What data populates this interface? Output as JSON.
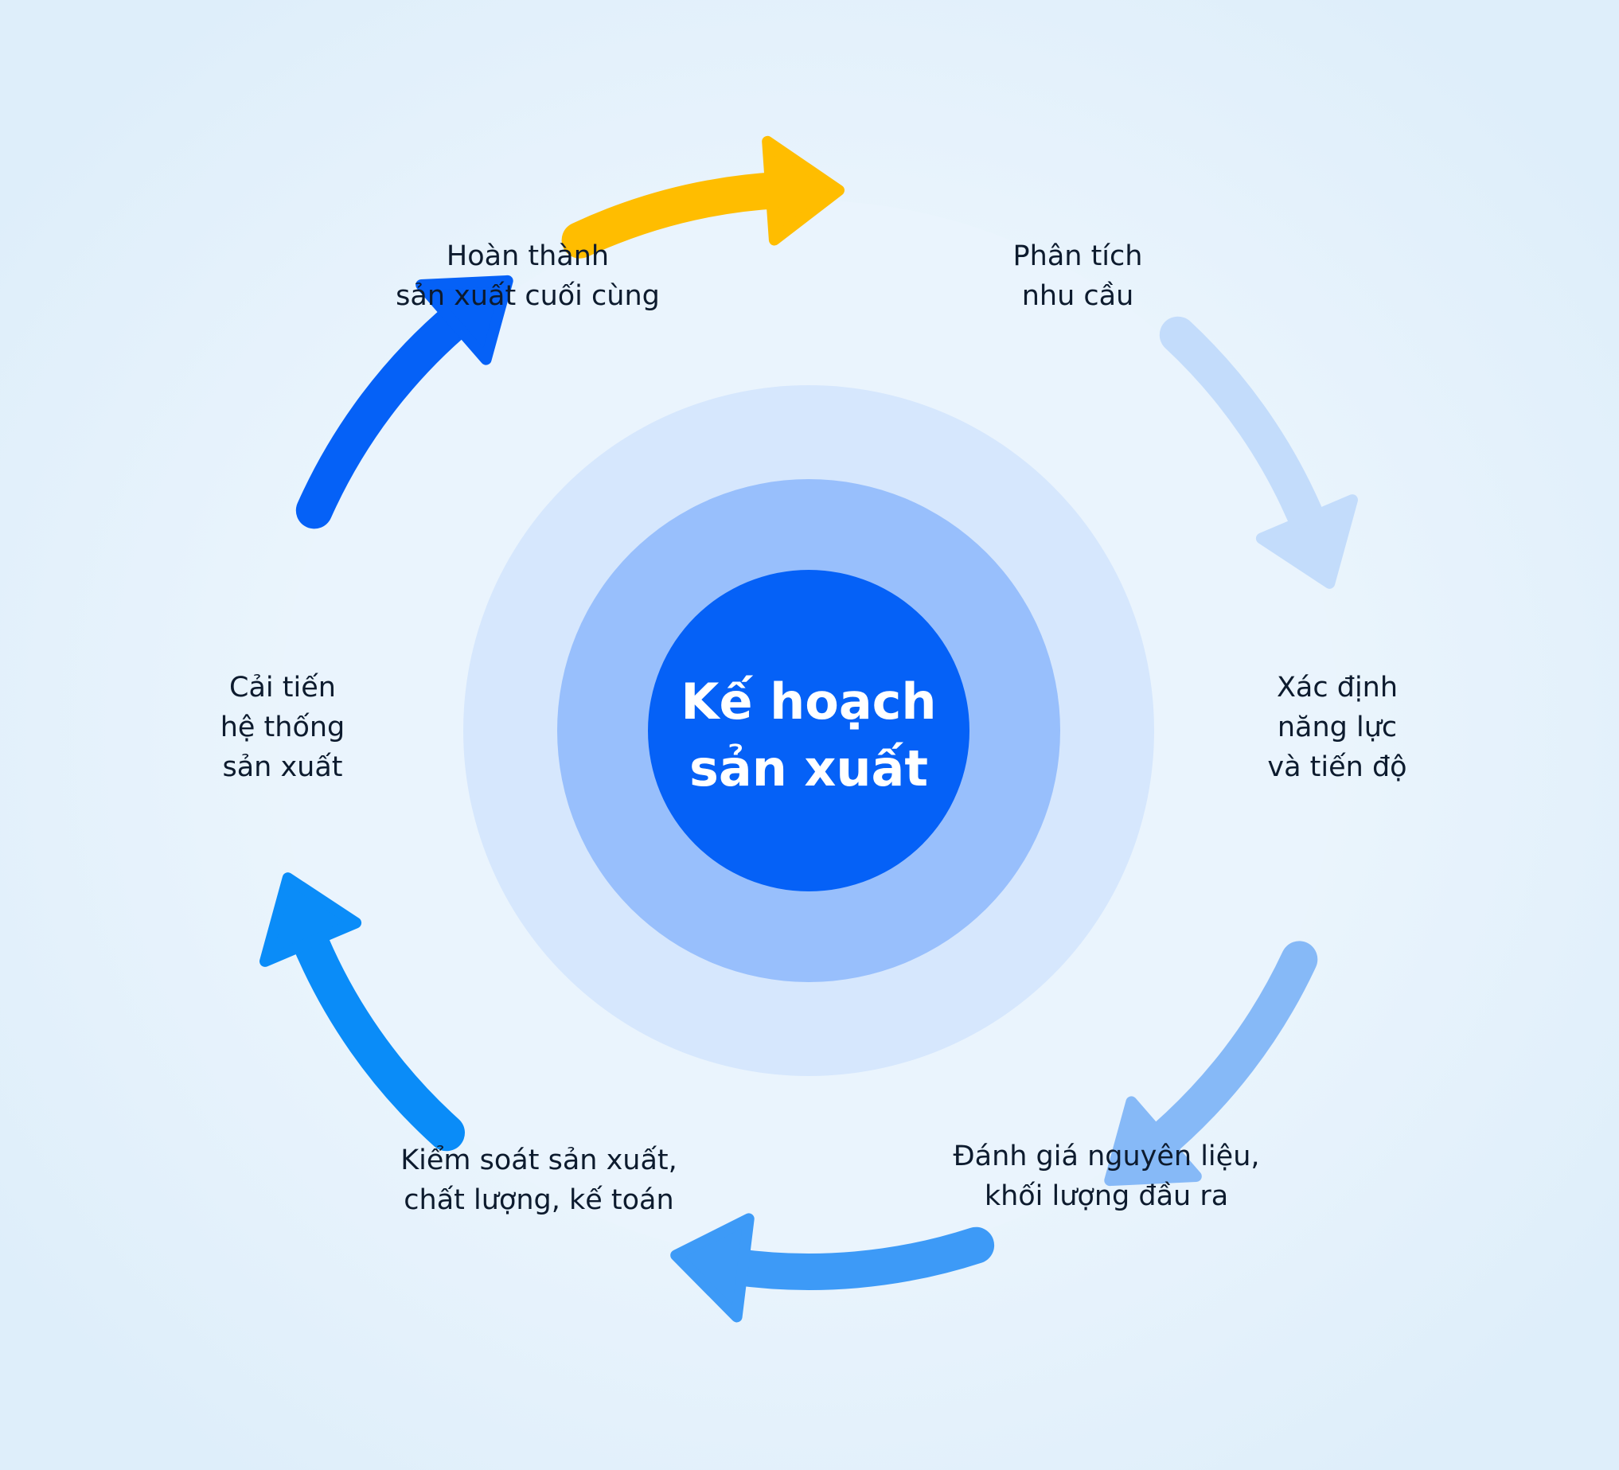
{
  "center": {
    "line1": "Kế hoạch",
    "line2": "sản xuất"
  },
  "steps": [
    {
      "lines": [
        "Phân tích",
        "nhu cầu"
      ],
      "color": "#c3dcfb"
    },
    {
      "lines": [
        "Xác định",
        "năng lực",
        "và tiến độ"
      ],
      "color": "#86b9f7"
    },
    {
      "lines": [
        "Đánh giá nguyên liệu,",
        "khối lượng đầu ra"
      ],
      "color": "#3d9af7"
    },
    {
      "lines": [
        "Kiểm soát sản xuất,",
        "chất lượng, kế toán"
      ],
      "color": "#0a8cf8"
    },
    {
      "lines": [
        "Cải tiến",
        "hệ thống",
        "sản xuất"
      ],
      "color": "#0561f7"
    },
    {
      "lines": [
        "Hoàn thành",
        "sản xuất cuối cùng"
      ],
      "color": "#ffbd00"
    }
  ],
  "colors": {
    "background": "#e3f1fb",
    "ring_outer": "#eaf4fd",
    "ring_light": "#d6e7fd",
    "ring_mid": "#98bffc",
    "core": "#0561f7"
  }
}
